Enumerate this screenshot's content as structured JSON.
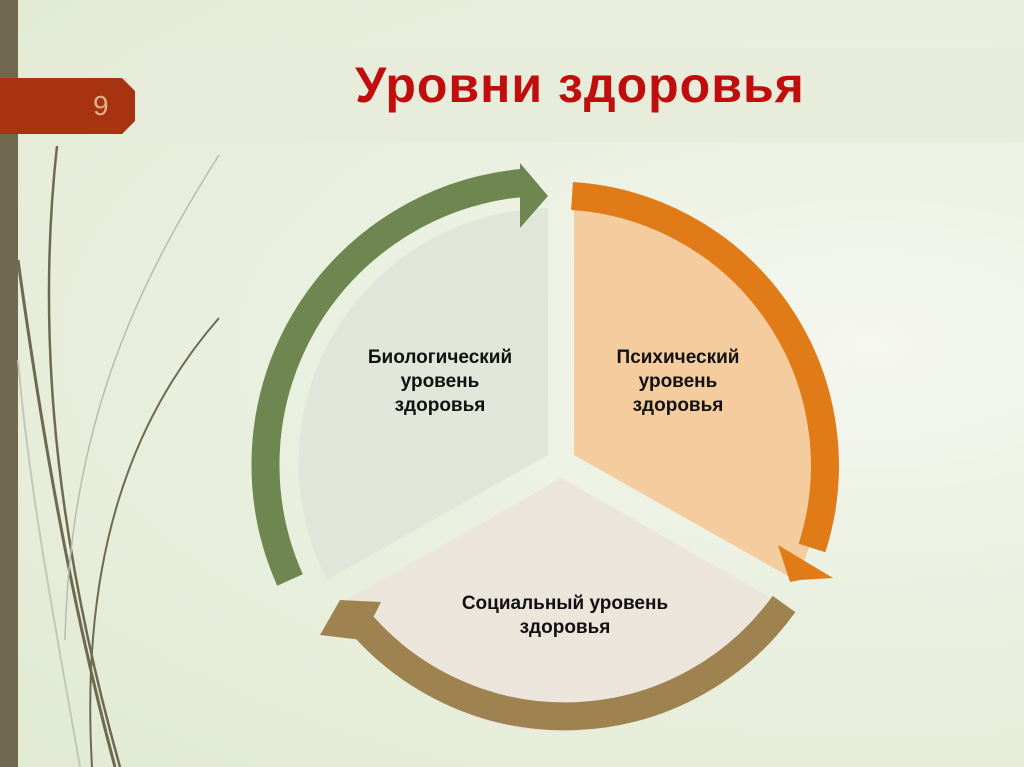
{
  "slide": {
    "number": "9",
    "title": "Уровни здоровья"
  },
  "diagram": {
    "type": "cycle",
    "segments": [
      {
        "id": "biological",
        "label_line1": "Биологический",
        "label_line2": "уровень",
        "label_line3": "здоровья",
        "fill": "#e1e6da",
        "arrow_color": "#6e8650"
      },
      {
        "id": "psychic",
        "label_line1": "Психический",
        "label_line2": "уровень",
        "label_line3": "здоровья",
        "fill": "#f5cc9e",
        "arrow_color": "#e07b18"
      },
      {
        "id": "social",
        "label_line1": "Социальный уровень",
        "label_line2": "здоровья",
        "fill": "#ebe5dc",
        "arrow_color": "#9e8250"
      }
    ]
  },
  "colors": {
    "title": "#c00d0d",
    "number_tab": "#a83311",
    "left_bar": "#70694f"
  }
}
